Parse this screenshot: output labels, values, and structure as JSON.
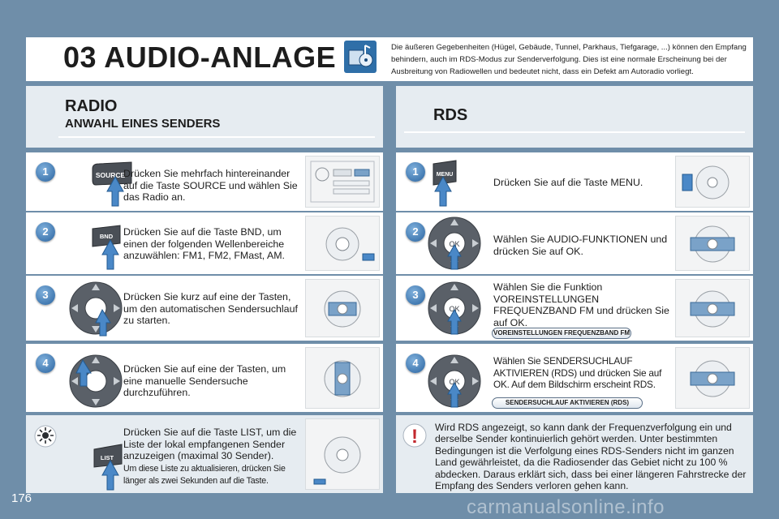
{
  "chapter_title": "03 AUDIO-ANLAGE",
  "header_note": "Die äußeren Gegebenheiten (Hügel, Gebäude, Tunnel, Parkhaus, Tiefgarage, ...) können den Empfang behindern, auch im RDS-Modus zur Senderverfolgung. Dies ist eine normale Erscheinung bei der Ausbreitung von Radiowellen und bedeutet nicht, dass ein Defekt am Autoradio vorliegt.",
  "left": {
    "title": "RADIO",
    "subtitle": "ANWAHL EINES SENDERS",
    "steps": [
      {
        "num": "1",
        "button": "SOURCE",
        "text": "Drücken Sie mehrfach hintereinander auf die Taste SOURCE und wählen Sie das Radio an."
      },
      {
        "num": "2",
        "button": "BND",
        "text": "Drücken Sie auf die Taste BND, um einen der folgenden Wellenbereiche anzuwählen: FM1, FM2, FMast, AM."
      },
      {
        "num": "3",
        "text": "Drücken Sie kurz auf eine der Tasten, um den automatischen Sendersuchlauf zu starten."
      },
      {
        "num": "4",
        "text": "Drücken Sie auf eine der Tasten, um eine manuelle Sendersuche durchzuführen."
      }
    ],
    "tip": {
      "button": "LIST",
      "text": "Drücken Sie auf die Taste LIST, um die Liste der lokal empfangenen Sender anzuzeigen (maximal 30 Sender).",
      "small": "Um diese Liste zu aktualisieren, drücken Sie länger als zwei Sekunden auf die Taste."
    }
  },
  "right": {
    "title": "RDS",
    "steps": [
      {
        "num": "1",
        "button": "MENU",
        "text": "Drücken Sie auf die Taste MENU."
      },
      {
        "num": "2",
        "text": "Wählen Sie AUDIO-FUNKTIONEN und drücken Sie auf OK."
      },
      {
        "num": "3",
        "text": "Wählen Sie die Funktion VOREINSTELLUNGEN FREQUENZBAND FM und drücken Sie auf OK.",
        "pill": "VOREINSTELLUNGEN FREQUENZBAND FM"
      },
      {
        "num": "4",
        "text": "Wählen Sie SENDERSUCHLAUF AKTIVIEREN (RDS) und drücken Sie auf OK. Auf dem Bildschirm erscheint RDS.",
        "pill": "SENDERSUCHLAUF AKTIVIEREN (RDS)"
      }
    ],
    "warning": {
      "symbol": "!",
      "text": "Wird RDS angezeigt, so kann dank der Frequenzverfolgung ein und derselbe Sender kontinuierlich gehört werden. Unter bestimmten Bedingungen ist die Verfolgung eines RDS-Senders nicht im ganzen Land gewährleistet, da die Radiosender das Gebiet nicht zu 100 % abdecken. Daraus erklärt sich, dass bei einer längeren Fahrstrecke der Empfang des Senders verloren gehen kann."
    }
  },
  "ok_label": "OK",
  "page_number": "176",
  "watermark": "carmanualsonline.info",
  "colors": {
    "background": "#6f8ea9",
    "accent": "#2a64a0",
    "panel": "#e6ecf1"
  }
}
